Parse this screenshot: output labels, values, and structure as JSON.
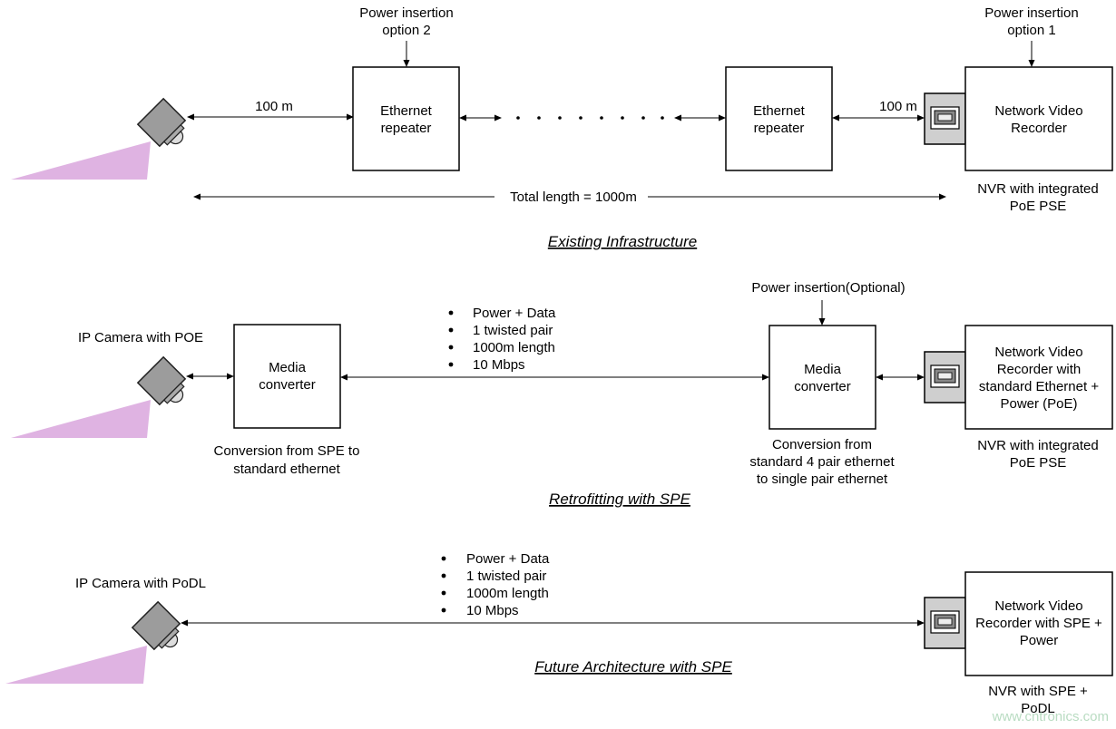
{
  "top": {
    "power_opt2": [
      "Power insertion",
      "option 2"
    ],
    "power_opt1": [
      "Power insertion",
      "option 1"
    ],
    "dist_left": "100 m",
    "dist_right": "100 m",
    "repeater_left": [
      "Ethernet",
      "repeater"
    ],
    "repeater_right": [
      "Ethernet",
      "repeater"
    ],
    "nvr": [
      "Network Video",
      "Recorder"
    ],
    "nvr_caption": [
      "NVR with integrated",
      "PoE PSE"
    ],
    "total_length": "Total length = 1000m",
    "title": "Existing Infrastructure"
  },
  "middle": {
    "camera_label": "IP Camera with POE",
    "media_left": [
      "Media",
      "converter"
    ],
    "media_left_caption": [
      "Conversion from SPE to",
      "standard ethernet"
    ],
    "bullets": [
      "Power + Data",
      "1 twisted pair",
      "1000m length",
      "10 Mbps"
    ],
    "power_optional": "Power insertion(Optional)",
    "media_right": [
      "Media",
      "converter"
    ],
    "media_right_caption": [
      "Conversion from",
      "standard 4 pair ethernet",
      "to single pair ethernet"
    ],
    "nvr": [
      "Network Video",
      "Recorder with",
      "standard Ethernet +",
      "Power (PoE)"
    ],
    "nvr_caption": [
      "NVR with integrated",
      "PoE PSE"
    ],
    "title": "Retrofitting with SPE"
  },
  "bottom": {
    "camera_label": "IP Camera with PoDL",
    "bullets": [
      "Power + Data",
      "1 twisted pair",
      "1000m length",
      "10 Mbps"
    ],
    "nvr": [
      "Network Video",
      "Recorder with SPE +",
      "Power"
    ],
    "nvr_caption": [
      "NVR with SPE +",
      "PoDL"
    ],
    "title": "Future Architecture with SPE"
  },
  "watermark": "www.cntronics.com",
  "colors": {
    "beam": "#dfb3e2",
    "camera_body": "#9c9c9c",
    "jack_bg": "#cfcfcf",
    "watermark": "#b9dcc2"
  }
}
